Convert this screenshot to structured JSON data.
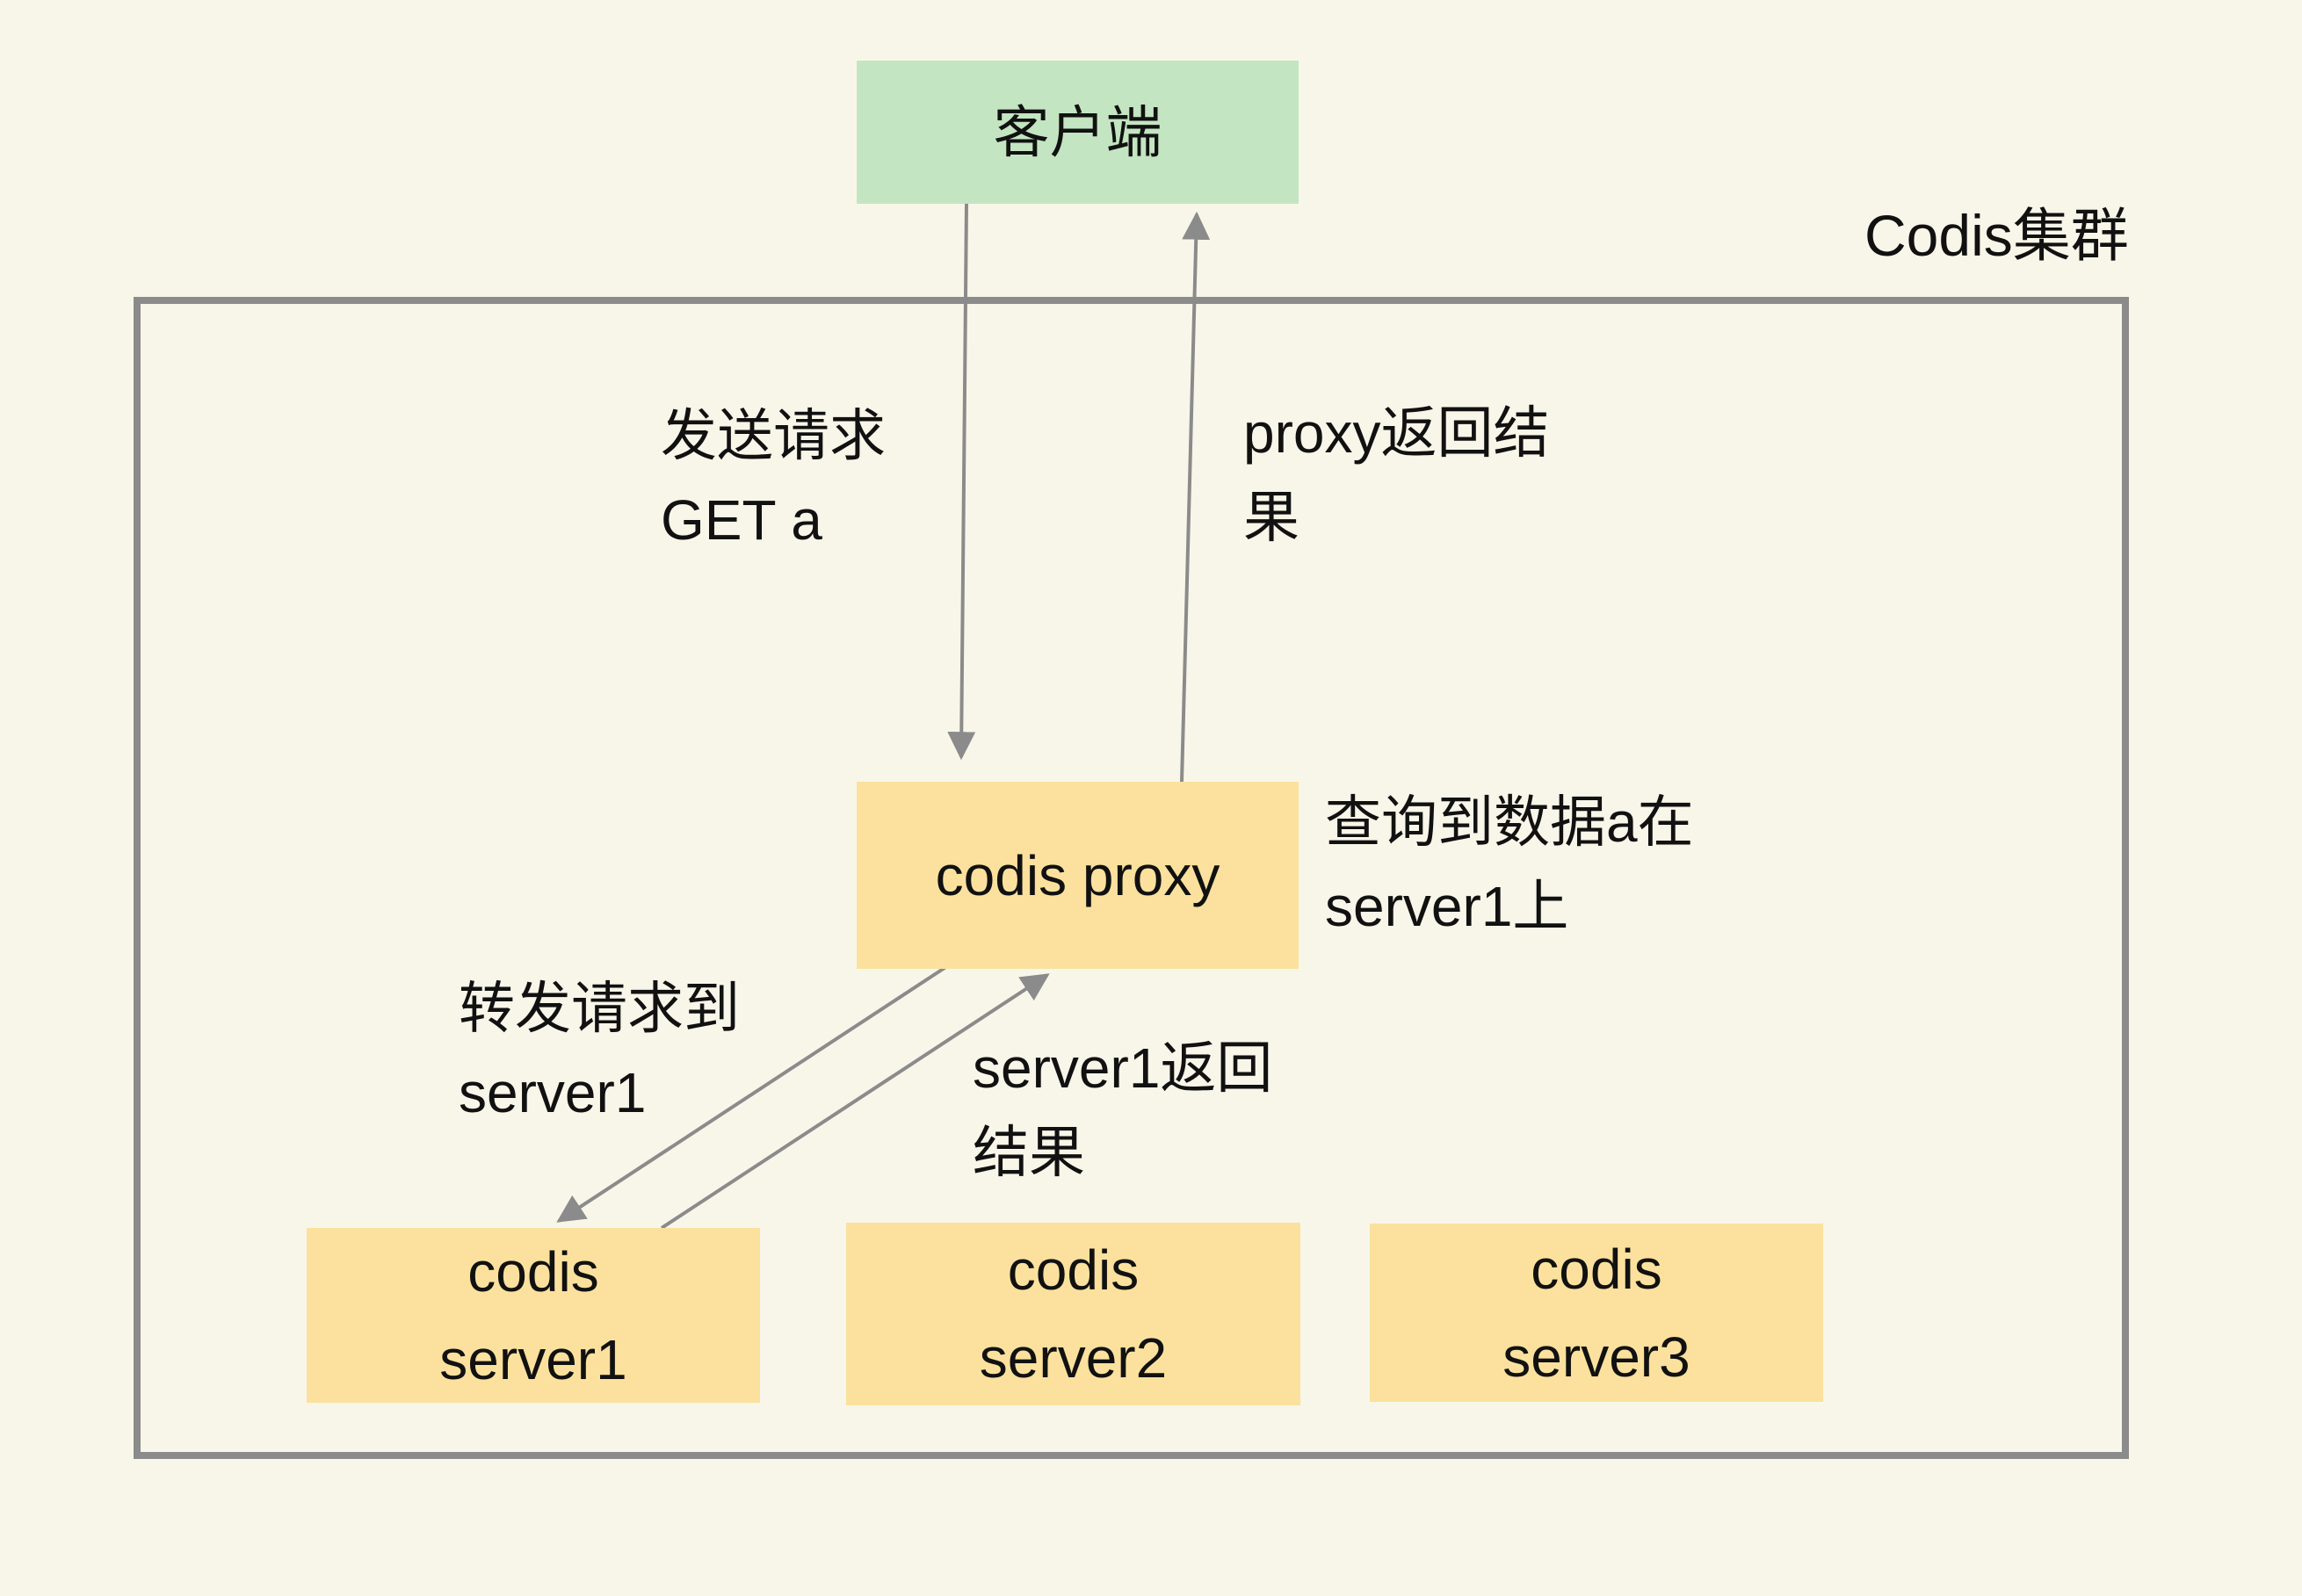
{
  "cluster": {
    "label": "Codis集群"
  },
  "nodes": {
    "client": {
      "label": "客户端",
      "color": "#c3e5c1"
    },
    "proxy": {
      "label": "codis proxy",
      "color": "#fbe19d"
    },
    "server1": {
      "label": "codis\nserver1",
      "color": "#fbe19d"
    },
    "server2": {
      "label": "codis\nserver2",
      "color": "#fbe19d"
    },
    "server3": {
      "label": "codis\nserver3",
      "color": "#fbe19d"
    }
  },
  "annotations": {
    "send_request": {
      "text": "发送请求\nGET a"
    },
    "proxy_return": {
      "text": "proxy返回结\n果"
    },
    "query_found": {
      "text": "查询到数据a在\nserver1上"
    },
    "forward_request": {
      "text": "转发请求到\nserver1"
    },
    "server1_return": {
      "text": "server1返回\n结果"
    }
  },
  "edges": [
    {
      "from": "client",
      "to": "proxy",
      "label": "发送请求 GET a"
    },
    {
      "from": "proxy",
      "to": "client",
      "label": "proxy返回结果"
    },
    {
      "from": "proxy",
      "to": "server1",
      "label": "转发请求到server1"
    },
    {
      "from": "server1",
      "to": "proxy",
      "label": "server1返回结果"
    }
  ],
  "colors": {
    "background": "#f8f6e9",
    "client_green": "#c3e5c1",
    "codis_yellow": "#fbe19d",
    "border_gray": "#8b8b8b",
    "arrow_gray": "#8b8b8b",
    "text": "#111111"
  }
}
